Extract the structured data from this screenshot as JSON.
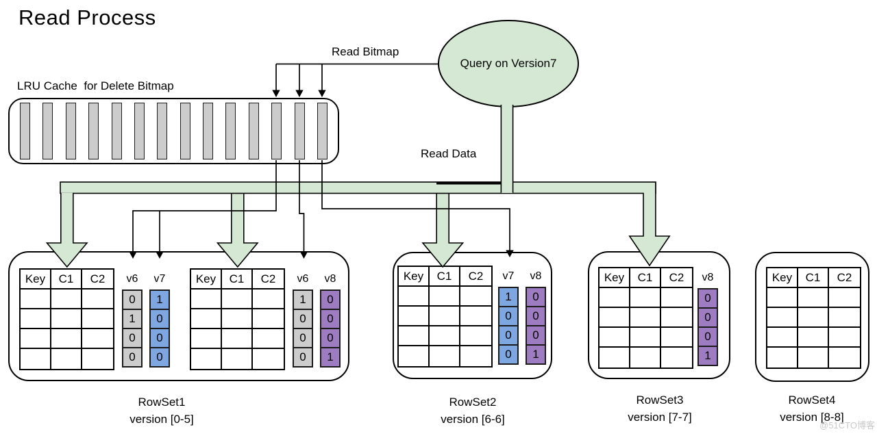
{
  "title": "Read Process",
  "watermark": "@51CTO博客",
  "labels": {
    "lru": "LRU Cache  for Delete Bitmap",
    "read_bitmap": "Read Bitmap",
    "read_data": "Read Data",
    "query": "Query on Version7"
  },
  "colors": {
    "flow_green": "#d5e8d4",
    "cell_gray": "#cccccc",
    "cell_blue": "#7ea6e0",
    "cell_purple": "#9e7cc1",
    "stroke": "#000000",
    "watermark": "#c9c9c9"
  },
  "lru": {
    "bar_count": 14
  },
  "rowsets": [
    {
      "name": "RowSet1",
      "version": "version [0-5]",
      "tables": [
        {
          "headers": [
            "Key",
            "C1",
            "C2"
          ],
          "data_rows": 4
        },
        {
          "headers": [
            "Key",
            "C1",
            "C2"
          ],
          "data_rows": 4
        }
      ],
      "bitmaps": [
        {
          "label": "v6",
          "color": "gray",
          "values": [
            "0",
            "1",
            "0",
            "0"
          ]
        },
        {
          "label": "v7",
          "color": "blue",
          "values": [
            "1",
            "0",
            "0",
            "0"
          ]
        },
        {
          "label": "v6",
          "color": "gray",
          "values": [
            "1",
            "0",
            "0",
            "0"
          ]
        },
        {
          "label": "v8",
          "color": "purple",
          "values": [
            "0",
            "0",
            "0",
            "1"
          ]
        }
      ]
    },
    {
      "name": "RowSet2",
      "version": "version [6-6]",
      "tables": [
        {
          "headers": [
            "Key",
            "C1",
            "C2"
          ],
          "data_rows": 4
        }
      ],
      "bitmaps": [
        {
          "label": "v7",
          "color": "blue",
          "values": [
            "1",
            "0",
            "0",
            "0"
          ]
        },
        {
          "label": "v8",
          "color": "purple",
          "values": [
            "0",
            "0",
            "0",
            "1"
          ]
        }
      ]
    },
    {
      "name": "RowSet3",
      "version": "version [7-7]",
      "tables": [
        {
          "headers": [
            "Key",
            "C1",
            "C2"
          ],
          "data_rows": 4
        }
      ],
      "bitmaps": [
        {
          "label": "v8",
          "color": "purple",
          "values": [
            "0",
            "0",
            "0",
            "1"
          ]
        }
      ]
    },
    {
      "name": "RowSet4",
      "version": "version [8-8]",
      "tables": [
        {
          "headers": [
            "Key",
            "C1",
            "C2"
          ],
          "data_rows": 4
        }
      ],
      "bitmaps": []
    }
  ]
}
